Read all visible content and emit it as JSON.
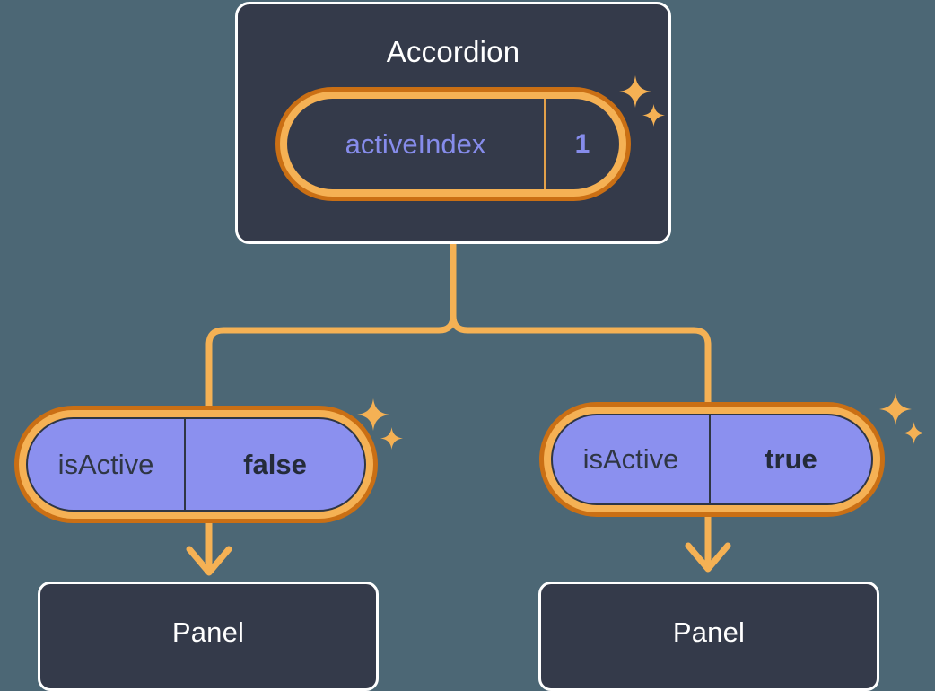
{
  "diagram": {
    "type": "component-state-tree",
    "background_color": "#4c6775",
    "accent_color": "#f5b154",
    "accent_dark_color": "#ca6f14",
    "state_pill_color": "#8b90ef",
    "card_color": "#343a4a"
  },
  "root": {
    "title": "Accordion",
    "state": {
      "key": "activeIndex",
      "value": "1"
    }
  },
  "children": [
    {
      "state": {
        "key": "isActive",
        "value": "false"
      },
      "component": {
        "title": "Panel"
      }
    },
    {
      "state": {
        "key": "isActive",
        "value": "true"
      },
      "component": {
        "title": "Panel"
      }
    }
  ],
  "icons": {
    "sparkle": "sparkle-icon",
    "arrow": "arrow-down-icon"
  }
}
